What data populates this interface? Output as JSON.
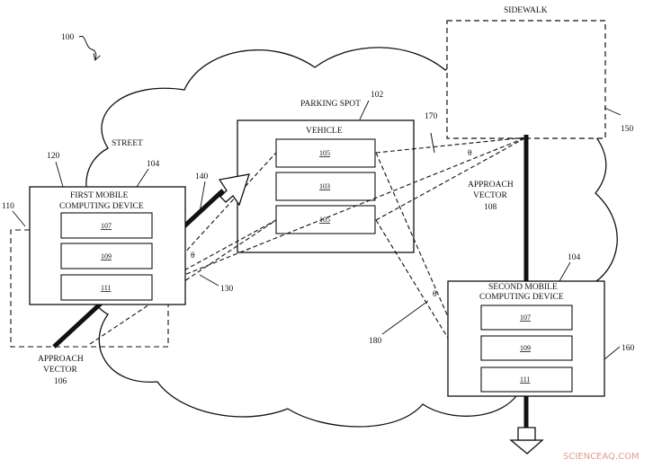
{
  "figure": {
    "ref_system": "100",
    "sidewalk": {
      "label": "SIDEWALK",
      "ref": "150"
    },
    "street_label": "STREET",
    "parking_spot": {
      "label": "PARKING SPOT",
      "ref": "102"
    },
    "vehicle": {
      "title": "VEHICLE",
      "components": [
        "105",
        "103",
        "105"
      ]
    },
    "first_device": {
      "ref": "120",
      "ref_device": "104",
      "title_line1": "FIRST MOBILE",
      "title_line2": "COMPUTING DEVICE",
      "components": [
        "107",
        "109",
        "111"
      ],
      "region_ref": "110"
    },
    "second_device": {
      "ref": "160",
      "ref_device": "104",
      "title_line1": "SECOND MOBILE",
      "title_line2": "COMPUTING DEVICE",
      "components": [
        "107",
        "109",
        "111"
      ]
    },
    "approach_vector_1": {
      "line1": "APPROACH",
      "line2": "VECTOR",
      "ref": "106"
    },
    "approach_vector_2": {
      "line1": "APPROACH",
      "line2": "VECTOR",
      "ref": "108"
    },
    "refs": {
      "r140": "140",
      "r130": "130",
      "r170": "170",
      "r180": "180"
    },
    "theta": "θ",
    "watermark": "SCIENCEAQ.COM"
  }
}
